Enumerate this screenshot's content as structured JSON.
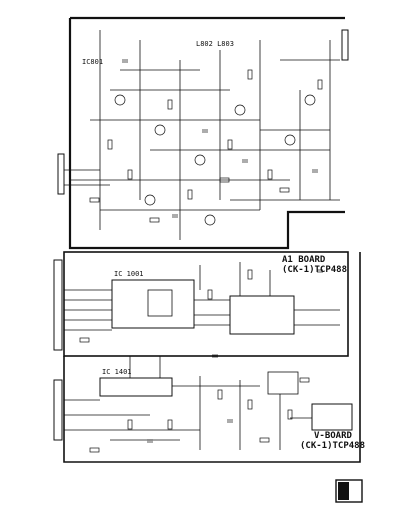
{
  "colors": {
    "ink": "#111111",
    "paper": "#ffffff"
  },
  "board_top": {
    "label_upper": "IC801",
    "label_main": "L802 L803"
  },
  "board_bottom": {
    "title_line1": "A1 BOARD",
    "title_line2": "(CK-1)TCP488",
    "ic_label_1": "IC 1001",
    "ic_label_2": "IC 1401",
    "module_label_1": "V-BOARD",
    "module_label_2": "(CK-1)TCP488"
  },
  "page_mark": {
    "icon": "page-mark-icon"
  }
}
